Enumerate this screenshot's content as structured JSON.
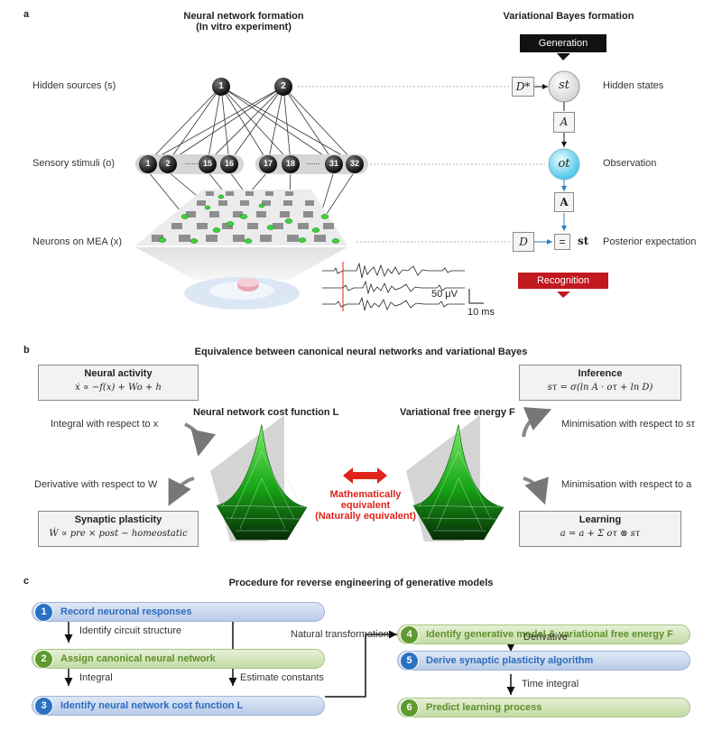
{
  "panel_a": {
    "letter": "a",
    "left_title_1": "Neural network formation",
    "left_title_2": "(In vitro experiment)",
    "right_title": "Variational Bayes formation",
    "hidden_sources": "Hidden sources (s)",
    "sensory_stimuli": "Sensory stimuli (o)",
    "neurons_mea": "Neurons on MEA (x)",
    "source_nodes": [
      "1",
      "2"
    ],
    "stim_nodes_left": [
      "1",
      "2",
      "15",
      "16"
    ],
    "stim_nodes_right": [
      "17",
      "18",
      "31",
      "32"
    ],
    "dots": "......",
    "scale_voltage": "50 μV",
    "scale_time": "10 ms",
    "generation": "Generation",
    "recognition": "Recognition",
    "dstar": "D*",
    "s_t": "st",
    "A_italic": "A",
    "o_t": "ot",
    "A_bold": "A",
    "D": "D",
    "equals": "=",
    "s_t_bold": "st",
    "hidden_states": "Hidden states",
    "observation": "Observation",
    "posterior": "Posterior expectation"
  },
  "panel_b": {
    "letter": "b",
    "title": "Equivalence between canonical neural networks and variational Bayes",
    "neural_activity_title": "Neural activity",
    "neural_activity_eq": "ẋ ∝ −f(x) + Wo + h",
    "inference_title": "Inference",
    "inference_eq": "sτ = σ(ln A · oτ + ln D)",
    "synaptic_title": "Synaptic plasticity",
    "synaptic_eq": "Ẇ ∝ pre × post − homeostatic",
    "learning_title": "Learning",
    "learning_eq": "a = a + Σ oτ ⊗ sτ",
    "cost_label": "Neural network cost function L",
    "vfe_label": "Variational free energy F",
    "integral_x": "Integral with respect to x",
    "derivative_w": "Derivative with respect to W",
    "min_s": "Minimisation with respect to sτ",
    "min_a": "Minimisation with respect to a",
    "math_equiv": "Mathematically equivalent",
    "naturally_equiv": "(Naturally equivalent)"
  },
  "panel_c": {
    "letter": "c",
    "title": "Procedure for reverse engineering of generative models",
    "steps": [
      {
        "n": "1",
        "label": "Record neuronal responses"
      },
      {
        "n": "2",
        "label": "Assign canonical neural network"
      },
      {
        "n": "3",
        "label": "Identify neural network cost function L"
      },
      {
        "n": "4",
        "label": "Identify generative model & variational free energy F"
      },
      {
        "n": "5",
        "label": "Derive synaptic plasticity algorithm"
      },
      {
        "n": "6",
        "label": "Predict learning process"
      }
    ],
    "identify_circuit": "Identify circuit structure",
    "integral": "Integral",
    "estimate_constants": "Estimate constants",
    "natural_transformation": "Natural transformation",
    "derivative": "Derivative",
    "time_integral": "Time integral"
  },
  "colors": {
    "blue_text": "#2a6cbf",
    "green_text": "#5d8f2a",
    "red": "#e0231b",
    "surface_green": "#22c41f"
  }
}
